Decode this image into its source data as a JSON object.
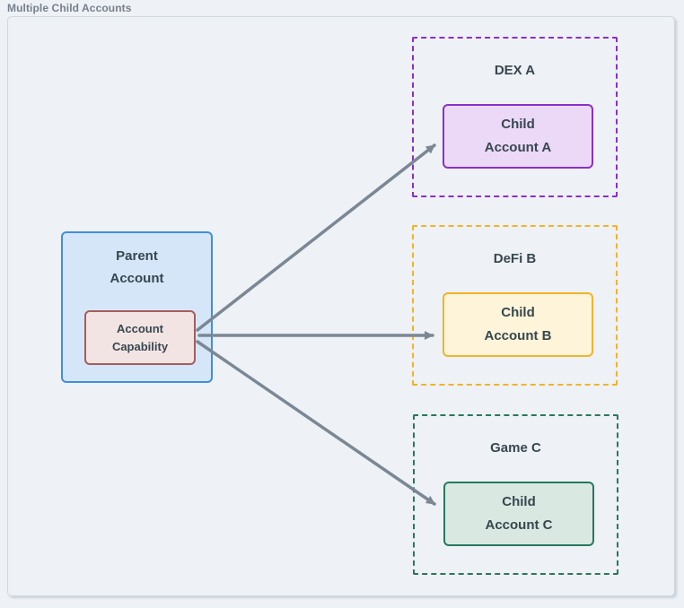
{
  "title": "Multiple Child Accounts",
  "parent": {
    "label": [
      "Parent",
      "Account"
    ],
    "capability": [
      "Account",
      "Capability"
    ]
  },
  "groups": [
    {
      "name": "DEX A",
      "child": [
        "Child",
        "Account A"
      ]
    },
    {
      "name": "DeFi B",
      "child": [
        "Child",
        "Account B"
      ]
    },
    {
      "name": "Game C",
      "child": [
        "Child",
        "Account C"
      ]
    }
  ],
  "colors": {
    "canvas-bg": "#eef1f5",
    "container-border": "#d0d8e0",
    "title-text": "#76818e",
    "text-dark": "#37474f",
    "arrow": "#7b8794",
    "parent-fill": "#d5e6f8",
    "parent-border": "#3f8fdc",
    "capability-fill": "#f3e4e4",
    "capability-border": "#a65d5d",
    "purple-fill": "#ecd9f7",
    "purple-accent": "#8b2fc9",
    "yellow-fill": "#fdf4d9",
    "yellow-accent": "#f0b42a",
    "green-fill": "#d9e8e1",
    "green-accent": "#27795d"
  }
}
